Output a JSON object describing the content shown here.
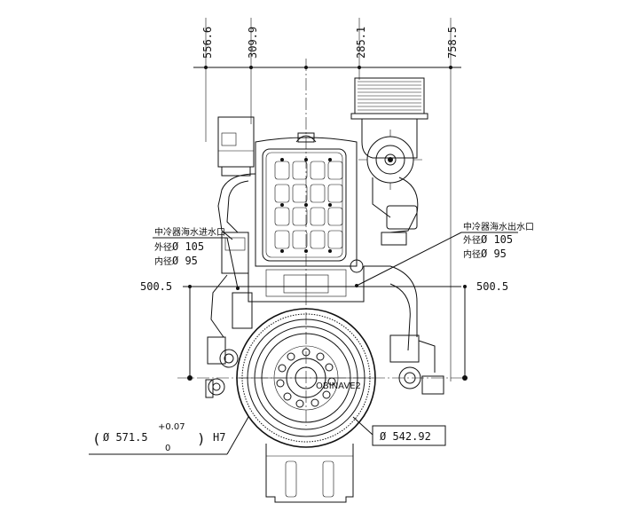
{
  "top_dimensions": {
    "d1": "556.6",
    "d2": "309.9",
    "d3": "285.1",
    "d4": "758.5"
  },
  "side_dimensions": {
    "left": "500.5",
    "right": "500.5"
  },
  "water_inlet": {
    "title": "中冷器海水进水口",
    "outer_label": "外径",
    "outer_value": "Ø 105",
    "inner_label": "内径",
    "inner_value": "Ø 95"
  },
  "water_outlet": {
    "title": "中冷器海水出水口",
    "outer_label": "外径",
    "outer_value": "Ø 105",
    "inner_label": "内径",
    "inner_value": "Ø 95"
  },
  "bore_tolerance": {
    "open_paren": "(",
    "diameter": "Ø 571.5",
    "upper": "+0.07",
    "lower": "0",
    "close_paren": ")",
    "fit": "H7"
  },
  "bolt_circle": {
    "diameter": "Ø 542.92"
  },
  "flywheel_marking": "OBINAVE2"
}
